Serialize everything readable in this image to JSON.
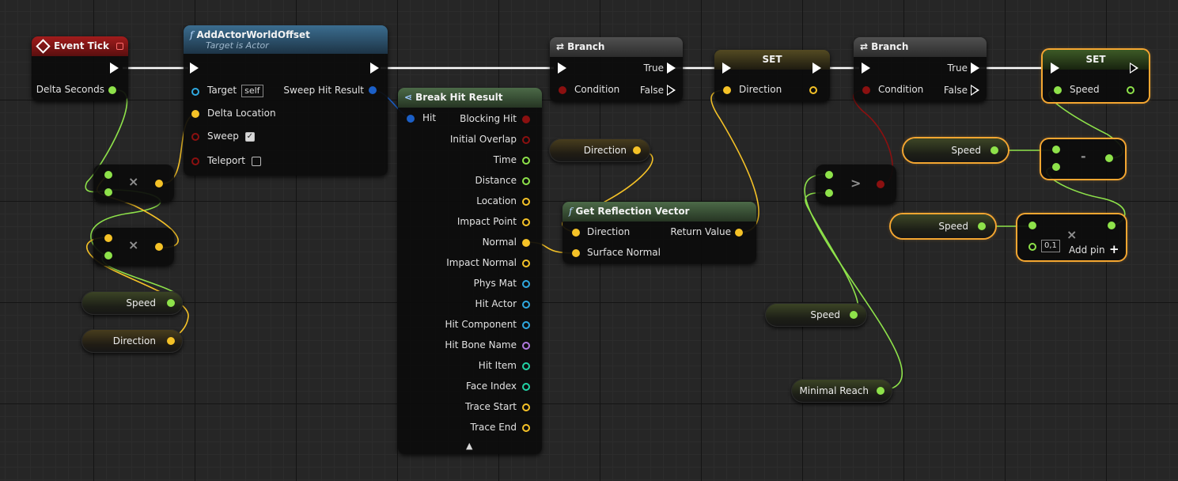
{
  "nodes": {
    "event_tick": {
      "title": "Event Tick",
      "delta_seconds": "Delta Seconds"
    },
    "add_offset": {
      "title": "AddActorWorldOffset",
      "subtitle": "Target is Actor",
      "target": "Target",
      "self_tag": "self",
      "sweep_hit_result": "Sweep Hit Result",
      "delta_location": "Delta Location",
      "sweep": "Sweep",
      "teleport": "Teleport"
    },
    "multiply": {
      "symbol": "×"
    },
    "break_hit": {
      "title": "Break Hit Result",
      "hit": "Hit",
      "outputs": [
        "Blocking Hit",
        "Initial Overlap",
        "Time",
        "Distance",
        "Location",
        "Impact Point",
        "Normal",
        "Impact Normal",
        "Phys Mat",
        "Hit Actor",
        "Hit Component",
        "Hit Bone Name",
        "Hit Item",
        "Face Index",
        "Trace Start",
        "Trace End"
      ],
      "expand": "▲"
    },
    "branch1": {
      "title": "Branch",
      "condition": "Condition",
      "true_label": "True",
      "false_label": "False"
    },
    "set_direction": {
      "title": "SET",
      "direction": "Direction"
    },
    "direction_get": {
      "label": "Direction"
    },
    "reflection": {
      "title": "Get Reflection Vector",
      "direction": "Direction",
      "surface_normal": "Surface Normal",
      "return_value": "Return Value"
    },
    "greater": {
      "symbol": ">"
    },
    "speed_get": {
      "label": "Speed"
    },
    "minimal_reach": {
      "label": "Minimal Reach"
    },
    "branch2": {
      "title": "Branch",
      "condition": "Condition",
      "true_label": "True",
      "false_label": "False"
    },
    "set_speed": {
      "title": "SET",
      "speed": "Speed"
    },
    "speed_get_top": {
      "label": "Speed"
    },
    "minus": {
      "symbol": "-"
    },
    "speed_get_mid": {
      "label": "Speed"
    },
    "add": {
      "symbol": "×",
      "value": "0,1",
      "add_pin": "Add pin",
      "plus": "+"
    },
    "speed_get_left": {
      "label": "Speed"
    },
    "direction_get_left": {
      "label": "Direction"
    }
  },
  "colors": {
    "float_pin": "#8ee24a",
    "vector_pin": "#f5c227",
    "bool_pin": "#8b1010",
    "struct_pin": "#1b5fc7",
    "object_pin": "#2fa9e0",
    "name_pin": "#b07ae0",
    "int_pin": "#22d3a6",
    "exec_wire": "#ffffff",
    "event_header": "#8a1616",
    "function_header": "#2f5874",
    "pure_header": "#3f5a3a",
    "branch_header": "#3a3a3a",
    "selection": "#f4a631"
  }
}
